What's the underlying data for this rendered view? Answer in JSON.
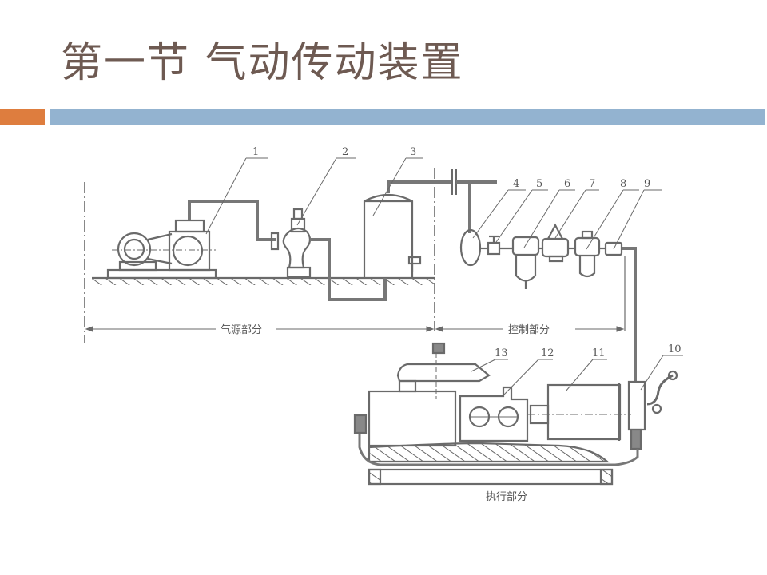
{
  "slide": {
    "title": "第一节  气动传动装置",
    "accent_colors": {
      "orange": "#de7d3e",
      "blue": "#93b3d0",
      "title_text": "#6e5a52"
    }
  },
  "diagram": {
    "component_labels": [
      "1",
      "2",
      "3",
      "4",
      "5",
      "6",
      "7",
      "8",
      "9",
      "10",
      "11",
      "12",
      "13"
    ],
    "sections": {
      "air_source": "气源部分",
      "control": "控制部分",
      "actuator": "执行部分"
    }
  }
}
